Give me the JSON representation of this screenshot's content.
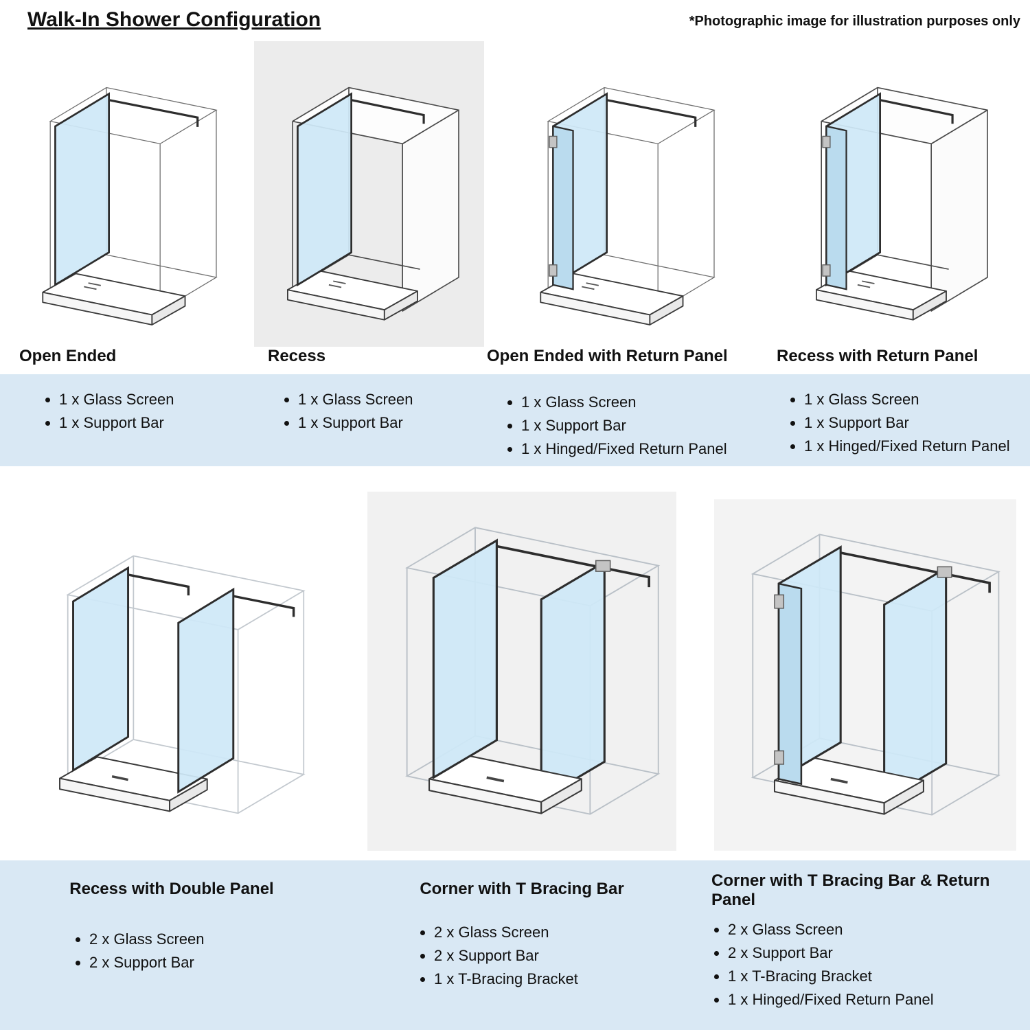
{
  "header": {
    "title": "Walk-In Shower Configuration",
    "note": "*Photographic image for illustration purposes only"
  },
  "colors": {
    "band": "#d9e8f4",
    "glass": "#cfe8f8",
    "hinge": "#c4c4c4"
  },
  "rows": [
    {
      "configs": [
        {
          "title": "Open Ended",
          "items": [
            "1 x Glass Screen",
            "1 x Support Bar"
          ]
        },
        {
          "title": "Recess",
          "items": [
            "1 x Glass Screen",
            "1 x Support Bar"
          ]
        },
        {
          "title": "Open Ended with Return Panel",
          "items": [
            "1 x Glass Screen",
            "1 x Support Bar",
            "1 x Hinged/Fixed Return Panel"
          ]
        },
        {
          "title": "Recess with Return Panel",
          "items": [
            "1 x Glass Screen",
            "1 x Support Bar",
            "1 x Hinged/Fixed Return Panel"
          ]
        }
      ]
    },
    {
      "configs": [
        {
          "title": "Recess with Double Panel",
          "items": [
            "2 x Glass Screen",
            "2 x Support Bar"
          ]
        },
        {
          "title": "Corner with T Bracing Bar",
          "items": [
            "2 x Glass Screen",
            "2 x Support Bar",
            "1 x T-Bracing Bracket"
          ]
        },
        {
          "title": "Corner with T Bracing Bar & Return Panel",
          "items": [
            "2 x Glass Screen",
            "2 x  Support Bar",
            "1 x T-Bracing Bracket",
            "1 x Hinged/Fixed Return Panel"
          ]
        }
      ]
    }
  ]
}
